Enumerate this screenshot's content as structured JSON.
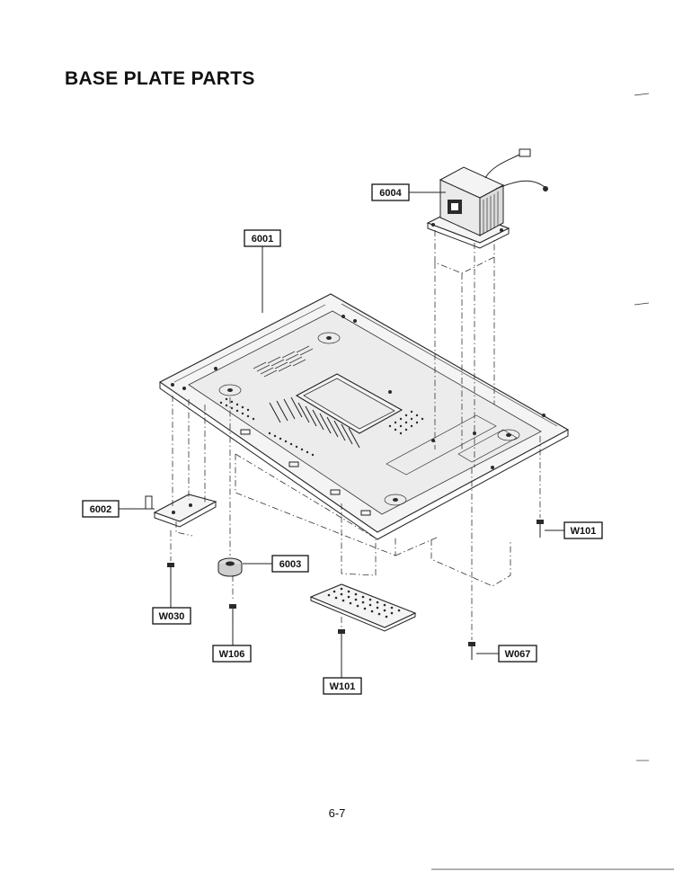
{
  "page_title": "BASE PLATE PARTS",
  "page_number": "6-7",
  "callouts": {
    "c6004": "6004",
    "c6001": "6001",
    "c6002": "6002",
    "c6003": "6003",
    "cw030": "W030",
    "cw106": "W106",
    "cw101a": "W101",
    "cw101b": "W101",
    "cw067": "W067"
  }
}
